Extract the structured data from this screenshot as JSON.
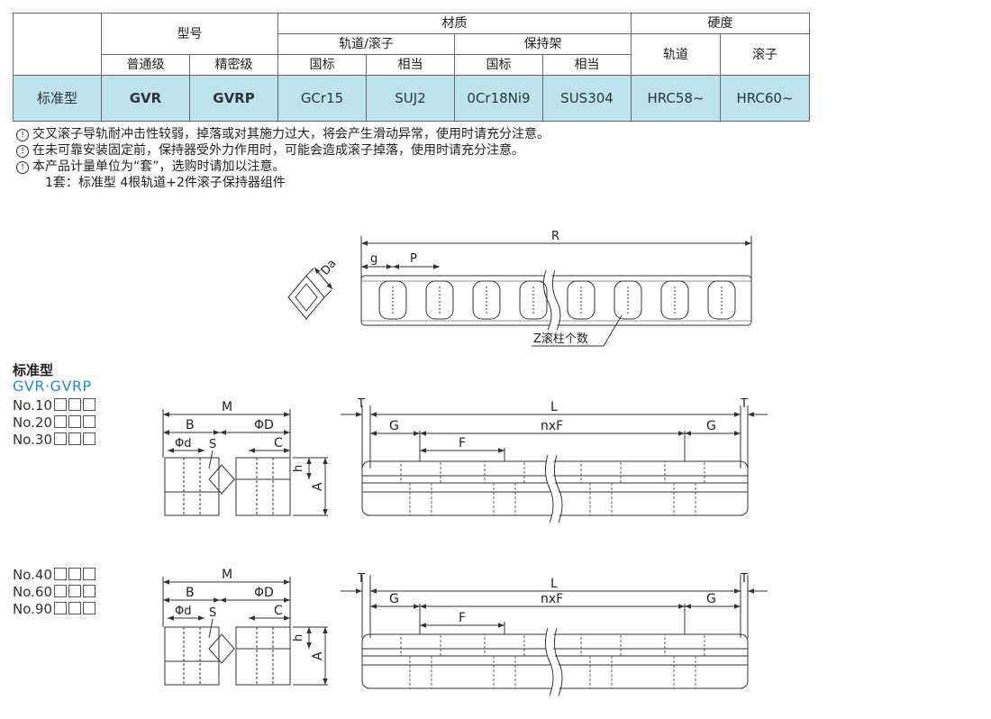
{
  "table": {
    "header": {
      "model": "型号",
      "material": "材质",
      "hardness": "硬度",
      "rail_roller": "轨道/滚子",
      "retainer": "保持架",
      "standard_grade": "普通级",
      "precision_grade": "精密级",
      "gb1": "国标",
      "eq1": "相当",
      "gb2": "国标",
      "eq2": "相当",
      "rail": "轨道",
      "roller": "滚子"
    },
    "row": {
      "label": "标准型",
      "standard": "GVR",
      "precision": "GVRP",
      "rail_gb": "GCr15",
      "rail_eq": "SUJ2",
      "ret_gb": "0Cr18Ni9",
      "ret_eq": "SUS304",
      "rail_hard": "HRC58~",
      "roller_hard": "HRC60~"
    }
  },
  "notes": {
    "mark": "!",
    "n1": "交叉滚子导轨耐冲击性较弱，掉落或对其施力过大，将会产生滑动异常，使用时请充分注意。",
    "n2": "在未可靠安装固定前，保持器受外力作用时，可能会造成滚子掉落，使用时请充分注意。",
    "n3": "本产品计量单位为“套”，选购时请加以注意。",
    "n4": "1套：标准型  4根轨道+2件滚子保持器组件"
  },
  "side": {
    "title": "标准型",
    "model": "GVR·GVRP",
    "group1": [
      "No.10",
      "No.20",
      "No.30"
    ],
    "group2": [
      "No.40",
      "No.60",
      "No.90"
    ]
  },
  "dims": {
    "R": "R",
    "g": "g",
    "P": "P",
    "Da": "Da",
    "Z": "Z滚柱个数",
    "M": "M",
    "B": "B",
    "phiD": "ΦD",
    "phid": "Φd",
    "S": "S",
    "C": "C",
    "h": "h",
    "A": "A",
    "T": "T",
    "L": "L",
    "G": "G",
    "nxF": "nxF",
    "F": "F"
  }
}
